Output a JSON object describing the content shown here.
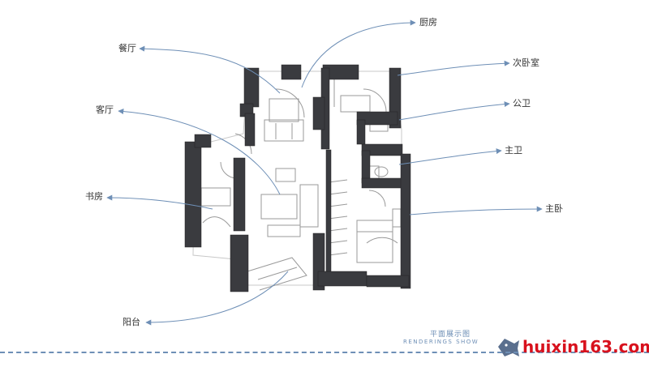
{
  "labels": {
    "kitchen": "厨房",
    "dining": "餐厅",
    "second_bedroom": "次卧室",
    "living": "客厅",
    "public_bath": "公卫",
    "master_bath": "主卫",
    "study": "书房",
    "master_bedroom": "主卧",
    "balcony": "阳台"
  },
  "footer": {
    "title_cn": "平面展示图",
    "title_en": "RENDERINGS SHOW"
  },
  "watermark": {
    "text": "huixin163.com"
  },
  "colors": {
    "wall": "#3a3b3f",
    "leader": "#6e8fb6",
    "sketch": "#8a8a8a",
    "watermark": "#d8111d"
  }
}
